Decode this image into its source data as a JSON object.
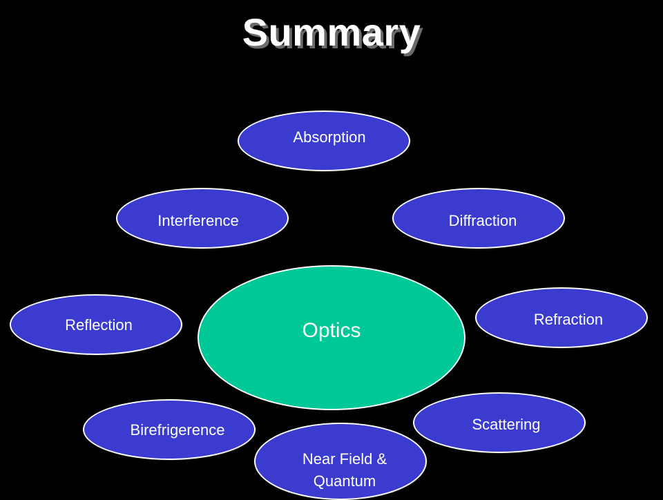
{
  "title": "Summary",
  "center": {
    "label": "Optics",
    "color": "#00c896"
  },
  "node_color": "#3b3bd0",
  "nodes": {
    "absorption": "Absorption",
    "interference": "Interference",
    "diffraction": "Diffraction",
    "reflection": "Reflection",
    "refraction": "Refraction",
    "birefrigerence": "Birefrigerence",
    "scattering": "Scattering",
    "near_field_line1": "Near Field &",
    "near_field_line2": "Quantum"
  }
}
